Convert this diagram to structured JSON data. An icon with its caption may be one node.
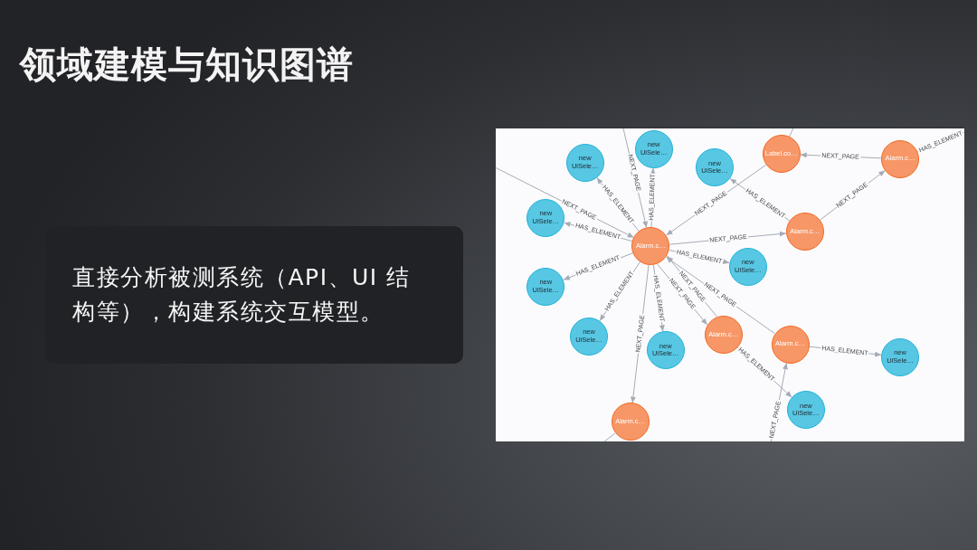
{
  "diagram": {
    "title": "领域建模与知识图谱",
    "nodes": [
      {
        "text": [
          "直接分析被测系统（API、UI 结构等），构建系统交互模型。"
        ]
      },
      {
        "text": [],
        "shape": "box"
      },
      {
        "text": [
          "new UiSele…"
        ],
        "in": 1
      },
      {
        "text": [
          "new UiSele…"
        ],
        "in": 1
      },
      {
        "text": [
          "new UiSele…"
        ],
        "in": 1
      },
      {
        "text": [
          "Label.co…"
        ],
        "in": 1
      },
      {
        "text": [
          "Alarm.c…"
        ],
        "in": 1
      },
      {
        "text": [
          "new UiSele…"
        ],
        "in": 1
      },
      {
        "text": [
          "Alarm.c…"
        ],
        "in": 1
      },
      {
        "text": [
          "new UiSele…"
        ],
        "in": 1
      },
      {
        "text": [
          "Alarm.c…"
        ],
        "in": 1
      },
      {
        "text": [
          "new UiSele…"
        ],
        "in": 1
      },
      {
        "text": [
          "new UiSele…"
        ],
        "in": 1
      },
      {
        "text": [
          "new UiSele…"
        ],
        "in": 1
      },
      {
        "text": [
          "Alarm.c…"
        ],
        "in": 1
      },
      {
        "text": [
          "Alarm.c…"
        ],
        "in": 1
      },
      {
        "text": [
          "new UiSele…"
        ],
        "in": 1
      },
      {
        "text": [
          "Alarm.c…"
        ],
        "in": 1
      },
      {
        "text": [
          "new UiSele…"
        ],
        "in": 1
      }
    ],
    "edges": [
      {
        "from": 8,
        "to": 3,
        "arrow": "to",
        "label": "HAS_ELEMENT"
      },
      {
        "from": 8,
        "to": 2,
        "arrow": "to",
        "label": "HAS_ELEMENT"
      },
      {
        "from": 8,
        "to": 7,
        "arrow": "to",
        "label": "HAS_ELEMENT"
      },
      {
        "from": 8,
        "to": 11,
        "arrow": "to",
        "label": "HAS_ELEMENT"
      },
      {
        "from": 8,
        "to": 12,
        "arrow": "to",
        "label": "HAS_ELEMENT"
      },
      {
        "from": 8,
        "to": 13,
        "arrow": "to",
        "label": "HAS_ELEMENT"
      },
      {
        "from": 8,
        "to": 9,
        "arrow": "to",
        "label": "HAS_ELEMENT"
      },
      {
        "from": 8,
        "to": 10,
        "arrow": "to",
        "label": "NEXT_PAGE"
      },
      {
        "from": 8,
        "to": 17,
        "arrow": "to",
        "label": "NEXT_PAGE"
      },
      {
        "from": 8,
        "to": 14,
        "arrow": "to",
        "label": "NEXT_PAGE"
      },
      {
        "from": 14,
        "to": 8,
        "arrow": "to",
        "label": "NEXT_PAGE"
      },
      {
        "from": 15,
        "to": 8,
        "arrow": "to",
        "label": "NEXT_PAGE"
      },
      {
        "from": 5,
        "to": 8,
        "arrow": "to",
        "label": "NEXT_PAGE"
      },
      {
        "from": null,
        "to": 8,
        "arrow": "to",
        "label": "NEXT_PAGE"
      },
      {
        "from": null,
        "to": 8,
        "arrow": "to",
        "label": "NEXT_PAGE"
      },
      {
        "from": 10,
        "to": 4,
        "arrow": "to",
        "label": "HAS_ELEMENT"
      },
      {
        "from": 10,
        "to": 6,
        "arrow": "to",
        "label": "NEXT_PAGE"
      },
      {
        "from": 6,
        "to": 5,
        "arrow": "to",
        "label": "NEXT_PAGE"
      },
      {
        "from": 6,
        "to": null,
        "arrow": "none",
        "label": "HAS_ELEMENT"
      },
      {
        "from": 5,
        "to": null,
        "arrow": "none"
      },
      {
        "from": 14,
        "to": 18,
        "arrow": "to",
        "label": "HAS_ELEMENT"
      },
      {
        "from": 15,
        "to": 16,
        "arrow": "to",
        "label": "HAS_ELEMENT"
      },
      {
        "from": null,
        "to": 15,
        "arrow": "to",
        "label": "NEXT_PAGE"
      },
      {
        "from": 17,
        "to": null,
        "arrow": "none"
      }
    ]
  }
}
